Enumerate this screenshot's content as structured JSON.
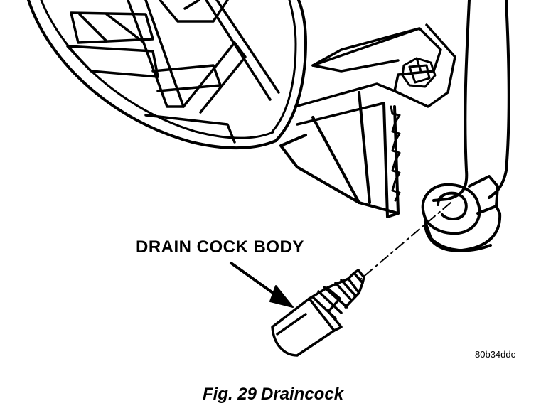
{
  "callout_label": "DRAIN COCK BODY",
  "image_code": "80b34ddc",
  "caption": {
    "fig_label": "Fig. 29",
    "title": "Draincock"
  },
  "icons": {
    "illustration": "radiator-drain-cock-line-drawing",
    "arrow": "pointer-arrow-icon"
  }
}
